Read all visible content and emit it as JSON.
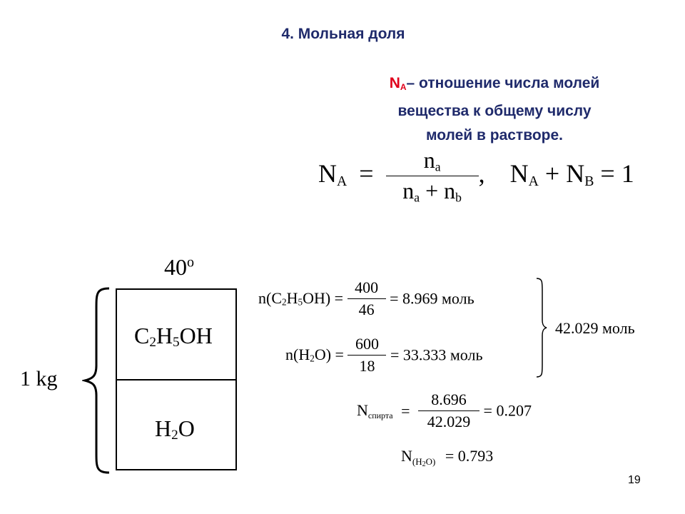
{
  "title": "4. Мольная доля",
  "definition": {
    "symbol": "N",
    "symbol_sub": "A",
    "line1": "– отношение числа молей",
    "line2": "вещества к общему числу",
    "line3": "молей в растворе."
  },
  "formula_main": {
    "lhs": "N",
    "lhs_sub": "A",
    "eq": "=",
    "num": "n",
    "num_sub": "a",
    "den_a": "n",
    "den_a_sub": "a",
    "den_plus": "+",
    "den_b": "n",
    "den_b_sub": "b",
    "comma": ",",
    "sum_a": "N",
    "sum_a_sub": "A",
    "sum_plus": "+",
    "sum_b": "N",
    "sum_b_sub": "B",
    "sum_eq": "= 1"
  },
  "diagram": {
    "temperature": "40",
    "temperature_sup": "o",
    "mass_label": "1 kg",
    "top_c": "C",
    "top_c_sub": "2",
    "top_h": "H",
    "top_h_sub": "5",
    "top_rest": "OH",
    "bottom_h": "H",
    "bottom_h_sub": "2",
    "bottom_o": "O"
  },
  "calc": {
    "eth_lhs_a": "n(C",
    "eth_lhs_sub1": "2",
    "eth_lhs_b": "H",
    "eth_lhs_sub2": "5",
    "eth_lhs_c": "OH) =",
    "eth_num": "400",
    "eth_den": "46",
    "eth_result": "= 8.969 моль",
    "wat_lhs_a": "n(H",
    "wat_lhs_sub": "2",
    "wat_lhs_b": "O) =",
    "wat_num": "600",
    "wat_den": "18",
    "wat_result": "= 33.333 моль",
    "total": "42.029 моль",
    "spirit_lhs": "N",
    "spirit_sub": "спирта",
    "spirit_eq": "=",
    "spirit_num": "8.696",
    "spirit_den": "42.029",
    "spirit_result": "= 0.207",
    "water_lhs": "N",
    "water_sub_a": "(H",
    "water_sub_sub": "2",
    "water_sub_b": "O)",
    "water_result": "= 0.793"
  },
  "page_number": "19",
  "colors": {
    "heading": "#1f2a6b",
    "accent": "#e0001b"
  }
}
